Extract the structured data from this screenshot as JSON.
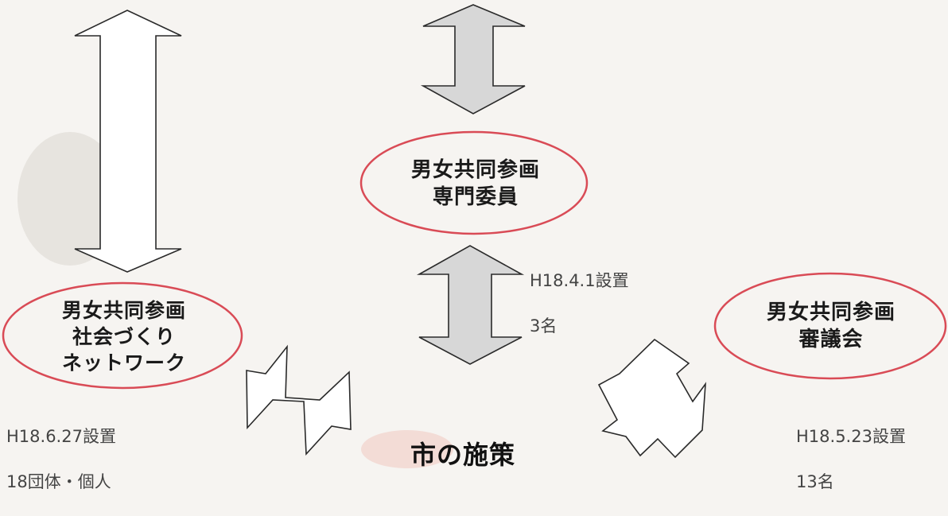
{
  "nodes": {
    "top": {
      "line1": "男女共同参画",
      "line2": "専門委員"
    },
    "left": {
      "line1": "男女共同参画",
      "line2": "社会づくり",
      "line3": "ネットワーク"
    },
    "right": {
      "line1": "男女共同参画",
      "line2": "審議会"
    }
  },
  "notes": {
    "top": {
      "line1": "H18.4.1設置",
      "line2": "3名"
    },
    "left": {
      "line1": "H18.6.27設置",
      "line2": "18団体・個人"
    },
    "right": {
      "line1": "H18.5.23設置",
      "line2": "13名"
    }
  },
  "center": {
    "label": "市の施策"
  },
  "colors": {
    "ellipse_stroke": "#d94b56",
    "arrow_stroke": "#2a2a2a",
    "arrow_fill": "#ffffff",
    "arrow_fill_shaded": "#d7d7d7",
    "text": "#1a1a1a"
  }
}
